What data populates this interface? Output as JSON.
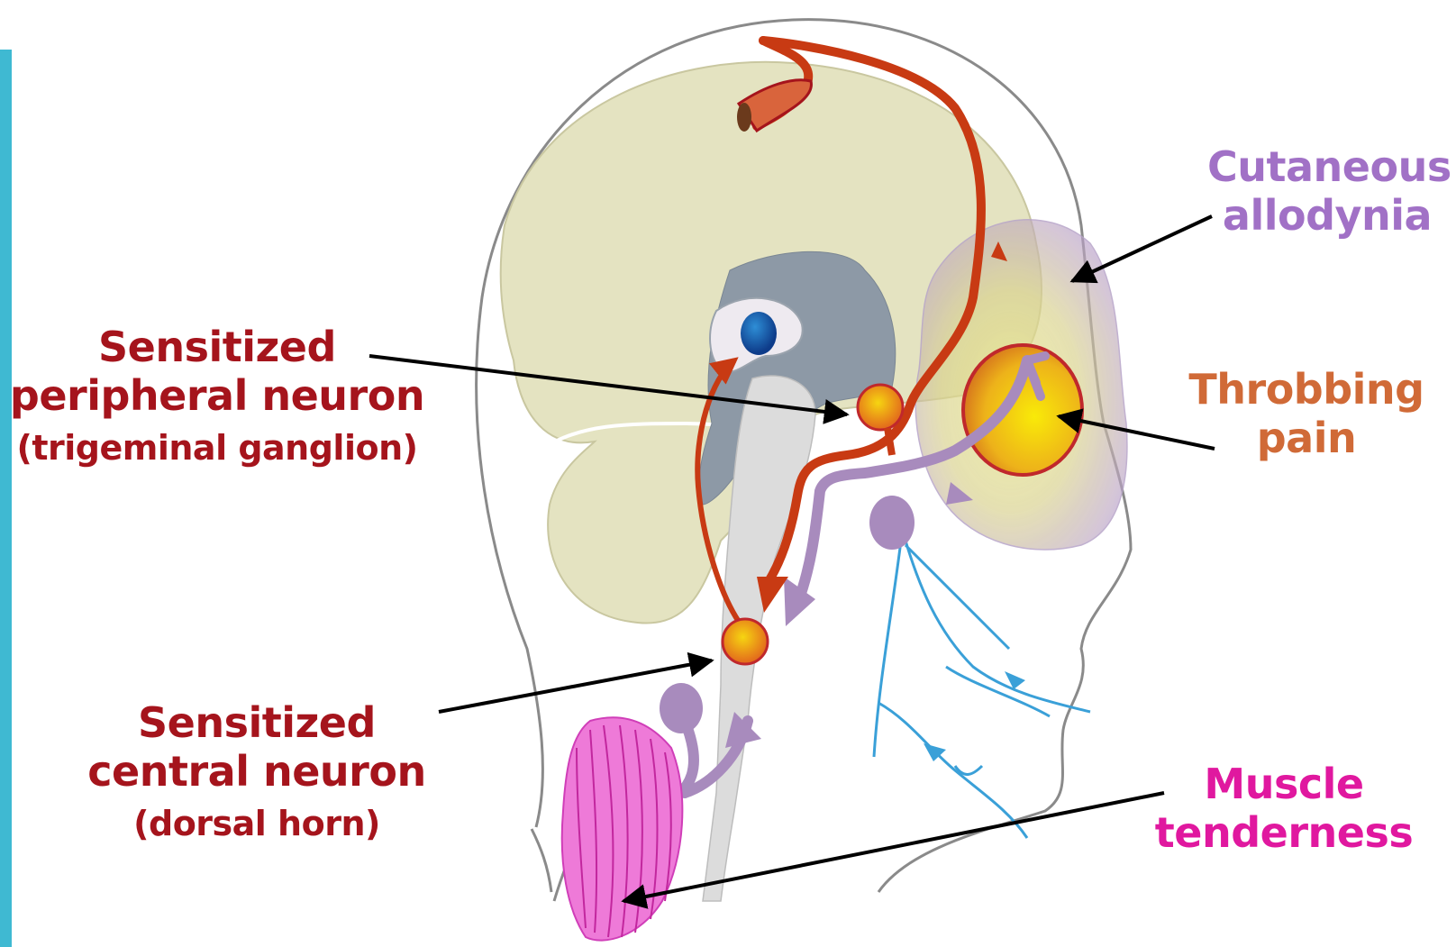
{
  "labels": {
    "peripheral": {
      "line1": "Sensitized",
      "line2": "peripheral neuron",
      "line3": "(trigeminal ganglion)"
    },
    "central": {
      "line1": "Sensitized",
      "line2": "central neuron",
      "line3": "(dorsal horn)"
    },
    "allodynia": {
      "line1": "Cutaneous",
      "line2": "allodynia"
    },
    "throbbing": {
      "line1": "Throbbing",
      "line2": "pain"
    },
    "muscle": {
      "line1": "Muscle",
      "line2": "tenderness"
    }
  },
  "colors": {
    "side_bar": "#3fb9d2",
    "brain": "#e4e3c1",
    "red_pathway": "#c83a13",
    "purple_pathway": "#a88bbd",
    "blue_nerve": "#3aa0d8",
    "muscle": "#ee7ad8",
    "label_red": "#a5141c",
    "label_purple": "#a171c6",
    "label_orange": "#d06a37",
    "label_magenta": "#e0189f"
  }
}
